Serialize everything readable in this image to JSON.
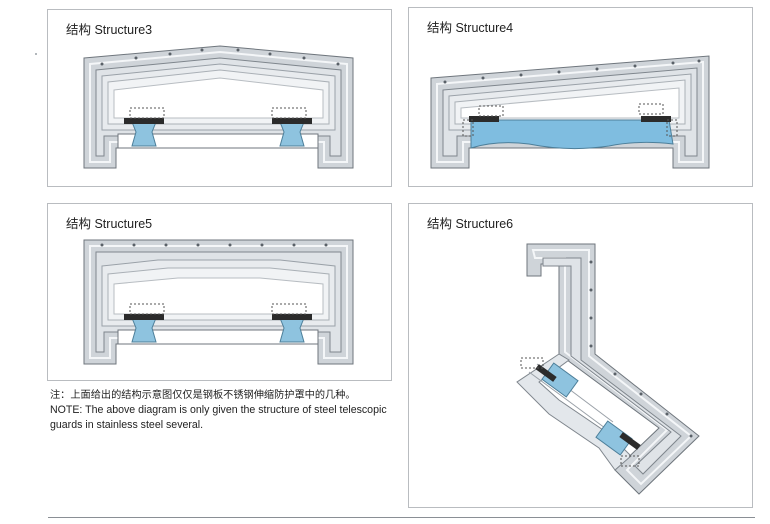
{
  "panels": [
    {
      "title": "结构 Structure3"
    },
    {
      "title": "结构 Structure4"
    },
    {
      "title": "结构 Structure5"
    },
    {
      "title": "结构 Structure6"
    }
  ],
  "note": {
    "zh": "注：上面给出的结构示意图仅仅是钢板不锈钢伸缩防护罩中的几种。",
    "en": "NOTE: The above diagram is only given the structure of steel telescopic guards in stainless steel several."
  },
  "colors": {
    "cover_dark": "#8e949b",
    "cover_light": "#dfe3e7",
    "rail_blue": "#8ec3df",
    "seal_black": "#2b2b2b",
    "border": "#b9bcc0"
  }
}
